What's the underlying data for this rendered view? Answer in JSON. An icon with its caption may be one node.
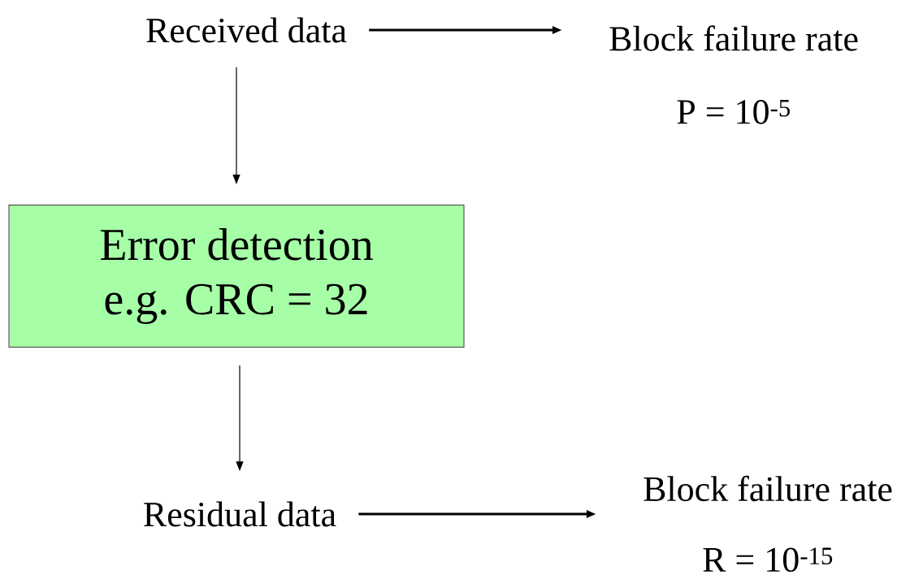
{
  "diagram": {
    "nodes": [
      {
        "text": [
          "Received data"
        ]
      },
      {
        "text": [
          "Block failure rate",
          "P = 10$^{-5}$"
        ]
      },
      {
        "text": [
          "Error detection e.g. CRC = 32"
        ]
      },
      {
        "text": [
          "Residual data"
        ]
      },
      {
        "text": [
          "Block failure rate",
          "R = 10$^{-15}$"
        ]
      }
    ],
    "edges": [
      {
        "from": 0,
        "to": 1,
        "arrow": "to",
        "style": "thick"
      },
      {
        "from": 0,
        "to": 2,
        "arrow": "to"
      },
      {
        "from": 2,
        "to": 3,
        "arrow": "to"
      },
      {
        "from": 3,
        "to": 4,
        "arrow": "to",
        "style": "thick"
      }
    ]
  }
}
